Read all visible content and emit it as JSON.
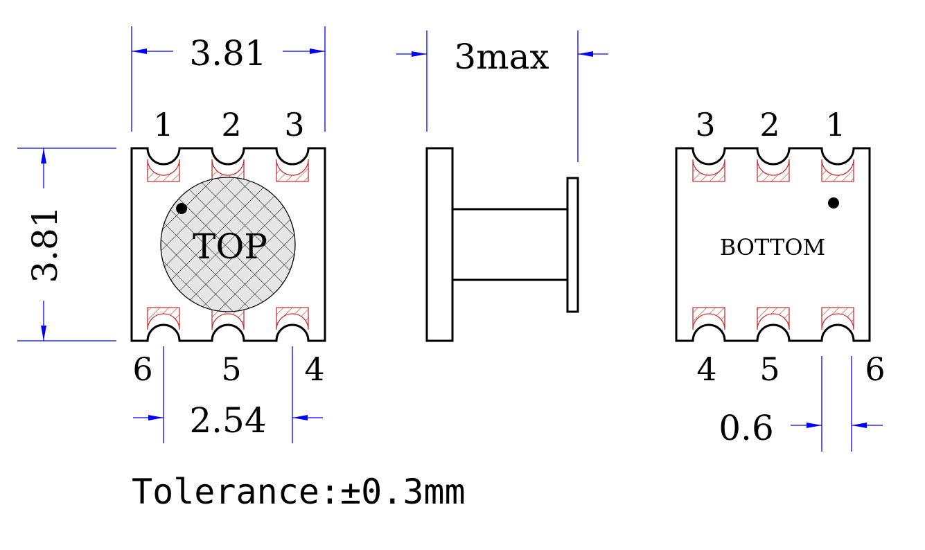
{
  "dimensions": {
    "top_width": "3.81",
    "side_height": "3.81",
    "max_thickness": "3max",
    "pin_pitch": "2.54",
    "pad_width": "0.6"
  },
  "top_view": {
    "label": "TOP",
    "pins_top": [
      "1",
      "2",
      "3"
    ],
    "pins_bottom": [
      "6",
      "5",
      "4"
    ]
  },
  "bottom_view": {
    "label": "BOTTOM",
    "pins_top": [
      "3",
      "2",
      "1"
    ],
    "pins_bottom": [
      "4",
      "5",
      "6"
    ]
  },
  "tolerance": "Tolerance:±0.3mm",
  "colors": {
    "dimension": "#0000ff",
    "pad_hatch": "#c83232",
    "outline": "#000000"
  }
}
